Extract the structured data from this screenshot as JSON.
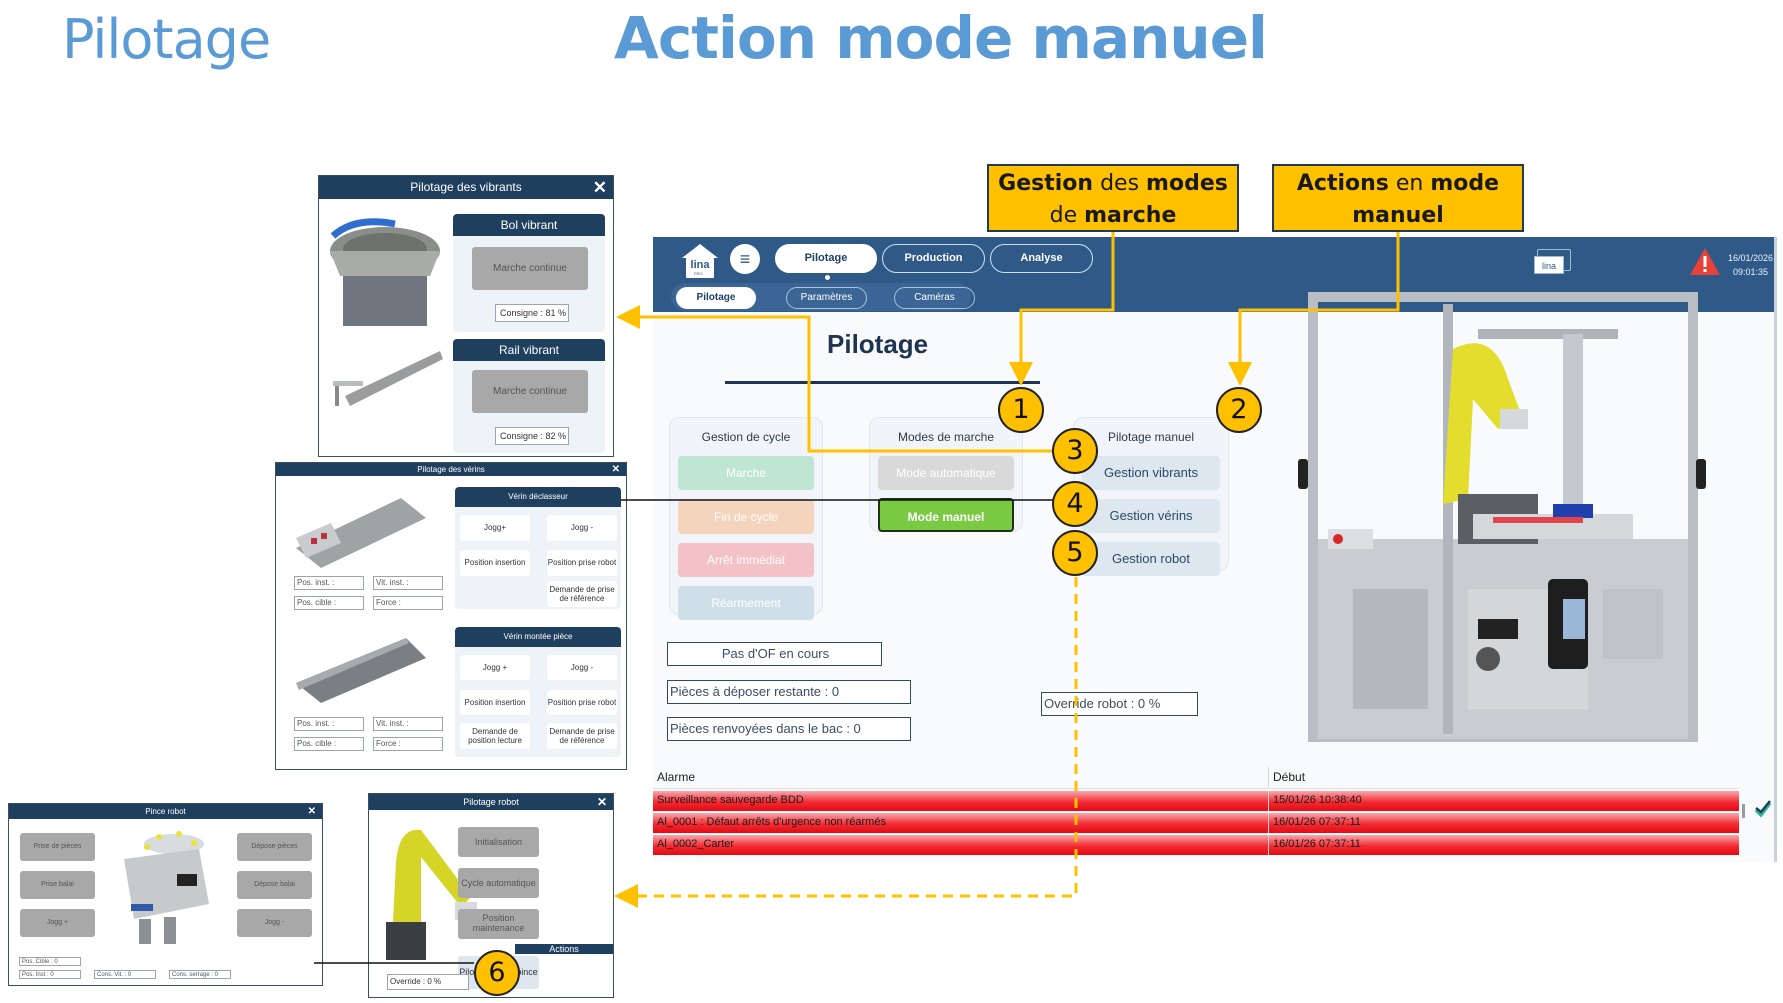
{
  "slide": {
    "title_left": "Pilotage",
    "title_main": "Action mode manuel"
  },
  "callouts": {
    "modes": {
      "w1": "Gestion",
      "w2": " des ",
      "w3": "modes",
      "w4": "de ",
      "w5": "marche"
    },
    "actions": {
      "w1": "Actions",
      "w2": " en ",
      "w3": "mode",
      "w4": "manuel"
    }
  },
  "badges": [
    "1",
    "2",
    "3",
    "4",
    "5",
    "6"
  ],
  "app": {
    "logo_text": "lina",
    "logo_sub": "PRO",
    "menu_icon": "hamburger-icon",
    "nav_tabs": [
      {
        "label": "Pilotage",
        "active": true
      },
      {
        "label": "Production",
        "active": false
      },
      {
        "label": "Analyse",
        "active": false
      }
    ],
    "sub_tabs": [
      {
        "label": "Pilotage",
        "active": true
      },
      {
        "label": "Paramètres",
        "active": false
      },
      {
        "label": "Caméras",
        "active": false
      }
    ],
    "mini_logo": "lina",
    "alert_icon": "warning-triangle-icon",
    "date": "16/01/2026",
    "time": "09:01:35",
    "panel_title": "Pilotage",
    "groups": {
      "cycle": {
        "title": "Gestion de cycle",
        "buttons": [
          "Marche",
          "Fin de cycle",
          "Arrêt immédiat",
          "Réarmement"
        ]
      },
      "modes": {
        "title": "Modes de marche",
        "buttons": [
          "Mode automatique",
          "Mode manuel"
        ]
      },
      "manual": {
        "title": "Pilotage manuel",
        "buttons": [
          "Gestion vibrants",
          "Gestion vérins",
          "Gestion robot"
        ]
      }
    },
    "info": {
      "of_status": "Pas d'OF en cours",
      "pieces_remaining": "Pièces à déposer restante : 0",
      "pieces_returned": "Pièces renvoyées dans le bac : 0",
      "override_robot": "Override robot : 0 %"
    },
    "alarms": {
      "headers": [
        "Alarme",
        "Début"
      ],
      "rows": [
        {
          "alarm": "Surveillance sauvegarde BDD",
          "start": "15/01/26 10:38:40"
        },
        {
          "alarm": "Al_0001 : Défaut arrêts d'urgence non réarmés",
          "start": "16/01/26 07:37:11"
        },
        {
          "alarm": "Al_0002_Carter",
          "start": "16/01/26 07:37:11"
        }
      ],
      "ack_icon": "check-icon"
    }
  },
  "popups": {
    "vibrants": {
      "title": "Pilotage des vibrants",
      "bol": {
        "title": "Bol vibrant",
        "button": "Marche continue",
        "setpoint": "Consigne : 81 %"
      },
      "rail": {
        "title": "Rail vibrant",
        "button": "Marche continue",
        "setpoint": "Consigne : 82 %"
      }
    },
    "verins": {
      "title": "Pilotage des vérins",
      "declasseur": {
        "title": "Vérin déclasseur",
        "buttons": [
          "Jogg+",
          "Jogg -",
          "Position insertion",
          "Position prise robot",
          "Demande de prise de référence"
        ],
        "fields": [
          "Pos. inst. :",
          "Vit. inst. :",
          "Pos. cible :",
          "Force :"
        ]
      },
      "montee": {
        "title": "Vérin montée pièce",
        "buttons": [
          "Jogg +",
          "Jogg -",
          "Position insertion",
          "Position prise robot",
          "Demande de position lecture",
          "Demande de prise de référence"
        ],
        "fields": [
          "Pos. inst. :",
          "Vit. inst. :",
          "Pos. cible :",
          "Force :"
        ]
      }
    },
    "pince": {
      "title": "Pince robot",
      "left_buttons": [
        "Prise de pièces",
        "Prise balai",
        "Jogg +"
      ],
      "right_buttons": [
        "Dépose pièces",
        "Dépose balai",
        "Jogg -"
      ],
      "fields": [
        "Pos. Cible : 0",
        "Pos. Inst : 0",
        "Cons. Vit. : 0",
        "Cons. serrage : 0"
      ]
    },
    "robot": {
      "title": "Pilotage robot",
      "buttons": [
        "Initialisation",
        "Cycle automatique",
        "Position maintenance"
      ],
      "actions_title": "Actions",
      "action_button": "Pilotage de la pince",
      "override": "Override : 0 %"
    }
  },
  "colors": {
    "title_blue": "#5b9bd5",
    "callout_yellow": "#ffc000",
    "header_blue": "#2f5a88",
    "popup_navy": "#1f3f5e",
    "manual_green": "#7ac943",
    "alarm_red": "#f22b32"
  }
}
